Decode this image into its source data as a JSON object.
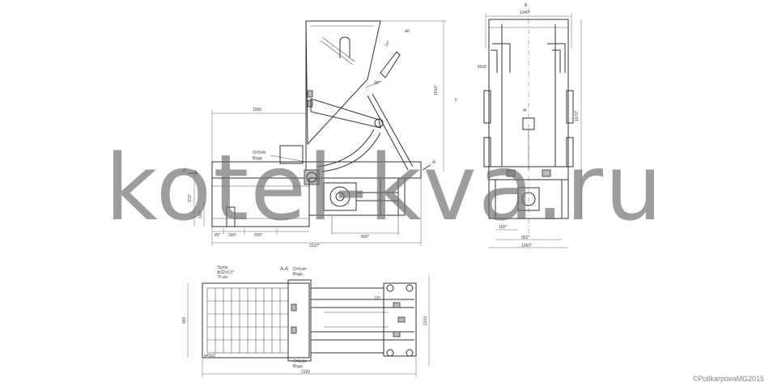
{
  "watermark": "kotel-kva.ru",
  "copyright": "©PolikarpovaMG2015",
  "side_view": {
    "dims": {
      "total_length": "2337*",
      "upper_length": "1995",
      "hopper_height": "1516*",
      "height_marker": "h",
      "left_height": "372*",
      "left_small": "196*",
      "base_seg_1": "85*",
      "base_seg_2": "300*",
      "base_seg_3": "600*",
      "drive_width": "800*",
      "lever_angle": "10*",
      "arm_angle": "25*",
      "right_note": "ø8"
    },
    "labels": {
      "section_left": "А",
      "section_right": "А",
      "note_line1": "Отбойт",
      "note_line2": "Вода"
    }
  },
  "end_view": {
    "dims": {
      "top_width": "1040*",
      "top_label": "В",
      "overall_height": "1676*",
      "bracket": "80x8",
      "mid_marker": "М",
      "base_inner": "100*",
      "base_mid": "952*",
      "base_total": "1060*"
    }
  },
  "top_view": {
    "dims": {
      "overall_length": "2330",
      "left_height": "940",
      "right_height": "1010",
      "corner": "ø43x3",
      "inner_note": "10*"
    },
    "labels": {
      "pipe_line1": "Труба",
      "pipe_line2": "ф32х3,5*",
      "pipe_line3": "75 шт.",
      "section": "А-А",
      "note_top_1": "Отбойт",
      "note_top_2": "Вода",
      "note_bottom_1": "Отбойт",
      "note_bottom_2": "Вода"
    }
  }
}
